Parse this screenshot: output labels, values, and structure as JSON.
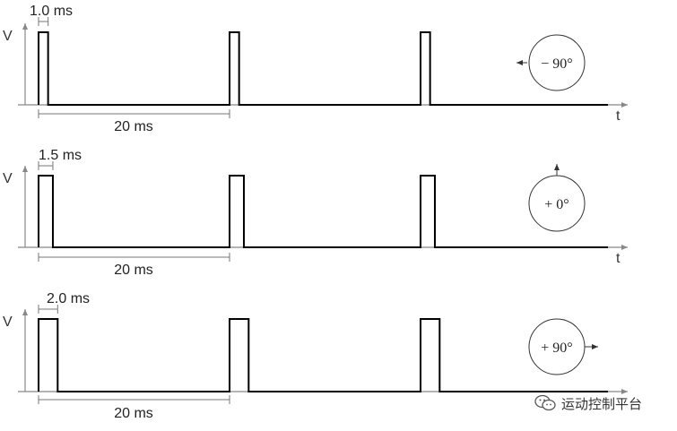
{
  "axis": {
    "y_label": "V",
    "x_label": "t"
  },
  "panels": [
    {
      "pulse_width_label": "1.0 ms",
      "pulse_width_ms": 1.0,
      "period_label": "20 ms",
      "period_ms": 20,
      "angle_label": "− 90°",
      "arrow_direction": "left"
    },
    {
      "pulse_width_label": "1.5 ms",
      "pulse_width_ms": 1.5,
      "period_label": "20 ms",
      "period_ms": 20,
      "angle_label": "+ 0°",
      "arrow_direction": "up"
    },
    {
      "pulse_width_label": "2.0 ms",
      "pulse_width_ms": 2.0,
      "period_label": "20 ms",
      "period_ms": 20,
      "angle_label": "+ 90°",
      "arrow_direction": "right"
    }
  ],
  "pulses_per_panel": 3,
  "watermark": {
    "icon": "wechat-icon",
    "text": "运动控制平台"
  },
  "colors": {
    "signal": "#000000",
    "axis": "#888888",
    "dimension": "#777777",
    "dial": "#333333"
  }
}
